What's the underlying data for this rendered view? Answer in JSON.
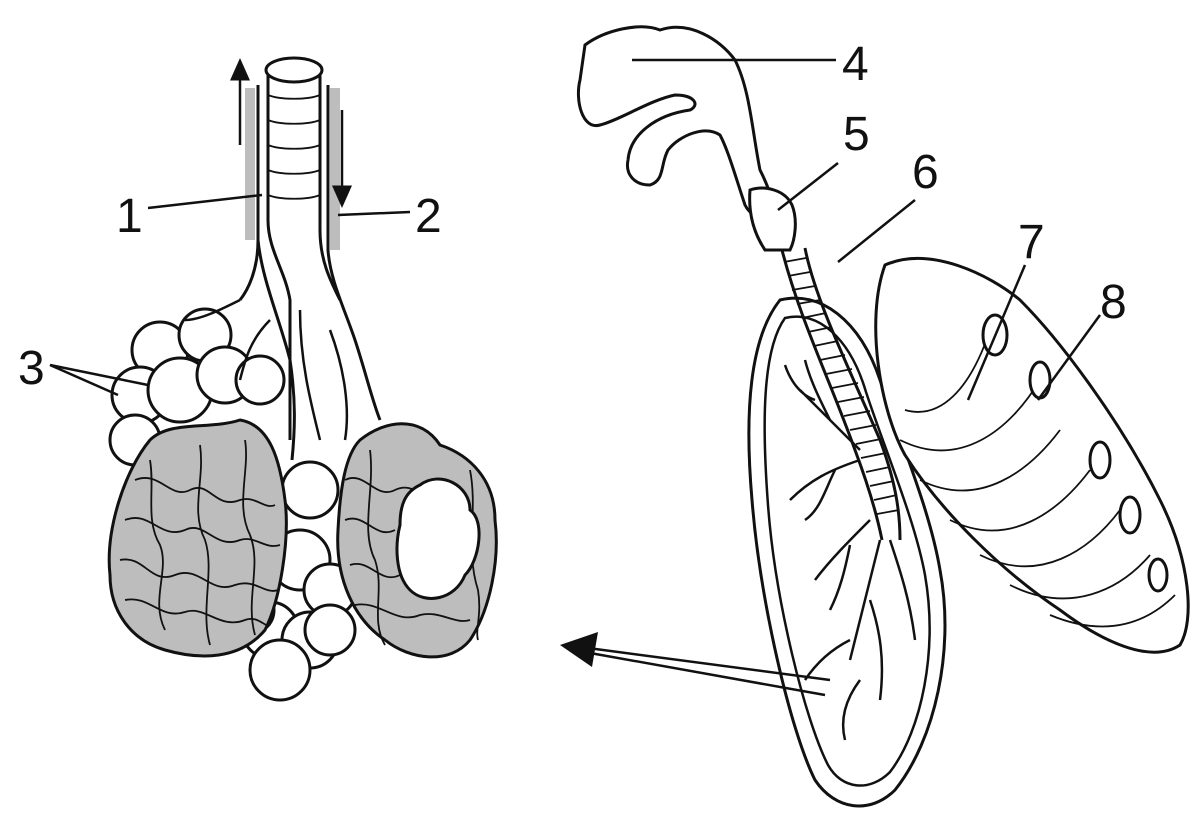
{
  "labels": [
    {
      "id": "1",
      "text": "1"
    },
    {
      "id": "2",
      "text": "2"
    },
    {
      "id": "3",
      "text": "3"
    },
    {
      "id": "4",
      "text": "4"
    },
    {
      "id": "5",
      "text": "5"
    },
    {
      "id": "6",
      "text": "6"
    },
    {
      "id": "7",
      "text": "7"
    },
    {
      "id": "8",
      "text": "8"
    }
  ],
  "colors": {
    "line": "#111111",
    "capillary_fill": "#bdbdbd",
    "background": "#ffffff"
  },
  "icons": [
    "arrow-up-icon",
    "arrow-down-icon",
    "arrow-left-icon"
  ]
}
